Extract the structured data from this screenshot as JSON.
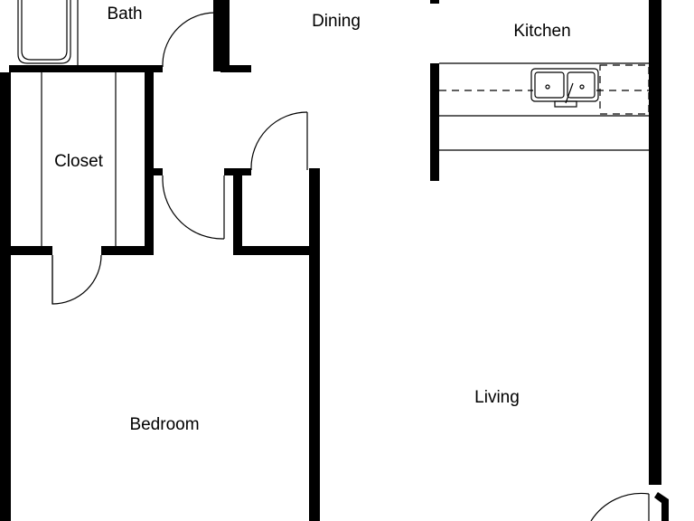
{
  "rooms": {
    "bath": "Bath",
    "dining": "Dining",
    "kitchen": "Kitchen",
    "closet": "Closet",
    "bedroom": "Bedroom",
    "living": "Living"
  },
  "colors": {
    "wall": "#000000",
    "background": "#ffffff"
  }
}
